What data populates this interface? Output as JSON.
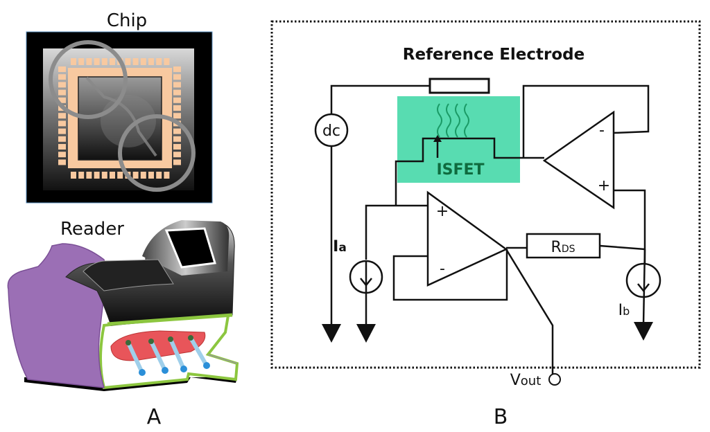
{
  "panel_a": {
    "chip_label": "Chip",
    "reader_label": "Reader",
    "panel_letter": "A"
  },
  "panel_b": {
    "reference_electrode_label": "Reference Electrode",
    "dc_label": "dc",
    "isfet_label": "ISFET",
    "ia_label": "Ia",
    "ia_main": "I",
    "ia_sub": "a",
    "ib_main": "I",
    "ib_sub": "b",
    "rds_main": "R",
    "rds_sub": "DS",
    "vout_main": "V",
    "vout_sub": "out",
    "opamp_top_minus": "-",
    "opamp_top_plus": "+",
    "opamp_bottom_plus": "+",
    "opamp_bottom_minus": "-",
    "panel_letter": "B"
  },
  "colors": {
    "isfet_highlight": "#46d8a8",
    "isfet_text": "#0f6b3e",
    "chip_pad": "#f8c9a0",
    "reader_purple": "#9b6fb5",
    "reader_green": "#8cc63f",
    "reader_red": "#e8555a",
    "reader_pin": "#9fcfea",
    "reader_pin_tip": "#2b8fd8"
  }
}
